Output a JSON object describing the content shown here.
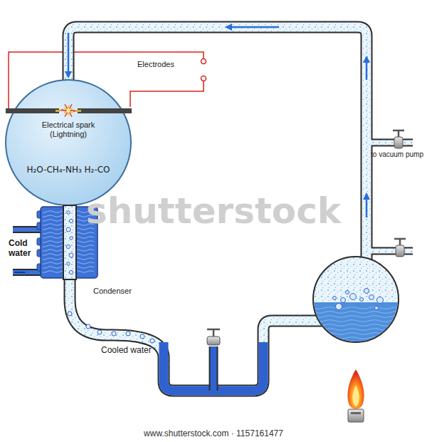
{
  "diagram": {
    "nodes": [
      {
        "text": [
          "Electrical spark (Lightning)",
          "H₂O-CH₄-NH₃ H₂-CO"
        ]
      },
      {
        "text": [
          "Condenser"
        ]
      }
    ],
    "labels": [
      "Electrodes",
      "Cold water",
      "Cooled water",
      "to vacuum pump",
      "shutterstock",
      "www.shutterstock.com · 1157161477"
    ]
  }
}
